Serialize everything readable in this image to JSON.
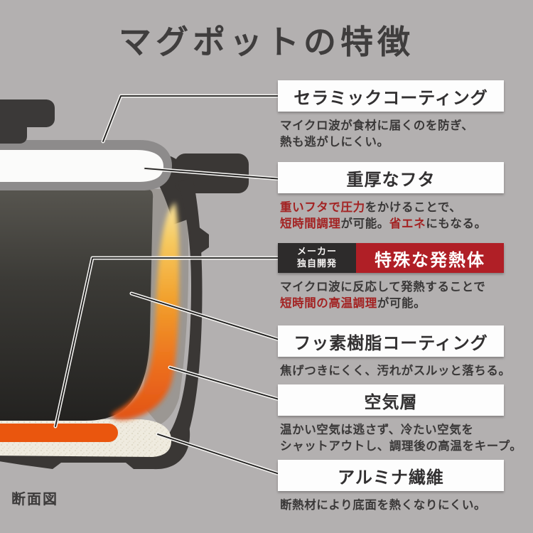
{
  "title": "マグポットの特徴",
  "caption": "断面図",
  "colors": {
    "background": "#b3b0b0",
    "accent_red_box": "#b01f26",
    "tag_black_box": "#2d2b2b",
    "red_text": "#a32222",
    "dark_text": "#3a3838",
    "heater_orange": "#ea560e",
    "flame_orange": "#f0a029"
  },
  "features": [
    {
      "label": "セラミックコーティング",
      "desc": [
        [
          {
            "t": "マイクロ波が食材に届くのを防ぎ、"
          }
        ],
        [
          {
            "t": "熱も逃がしにくい。"
          }
        ]
      ]
    },
    {
      "label": "重厚なフタ",
      "desc": [
        [
          {
            "t": "重いフタで圧力",
            "red": true
          },
          {
            "t": "をかけることで、"
          }
        ],
        [
          {
            "t": "短時間調理",
            "red": true
          },
          {
            "t": "が可能。"
          },
          {
            "t": "省エネ",
            "red": true
          },
          {
            "t": "にもなる。"
          }
        ]
      ]
    },
    {
      "tag": [
        "メーカー",
        "独自開発"
      ],
      "label": "特殊な発熱体",
      "desc": [
        [
          {
            "t": "マイクロ波に反応して発熱することで"
          }
        ],
        [
          {
            "t": "短時間の高温調理",
            "red": true
          },
          {
            "t": "が可能。"
          }
        ]
      ]
    },
    {
      "label": "フッ素樹脂コーティング",
      "desc": [
        [
          {
            "t": "焦げつきにくく、汚れがスルッと落ちる。"
          }
        ]
      ]
    },
    {
      "label": "空気層",
      "desc": [
        [
          {
            "t": "温かい空気は逃さず、冷たい空気を"
          }
        ],
        [
          {
            "t": "シャットアウトし、調理後の高温をキープ。"
          }
        ]
      ]
    },
    {
      "label": "アルミナ繊維",
      "desc": [
        [
          {
            "t": "断熱材により底面を熱くなりにくい。"
          }
        ]
      ]
    }
  ]
}
